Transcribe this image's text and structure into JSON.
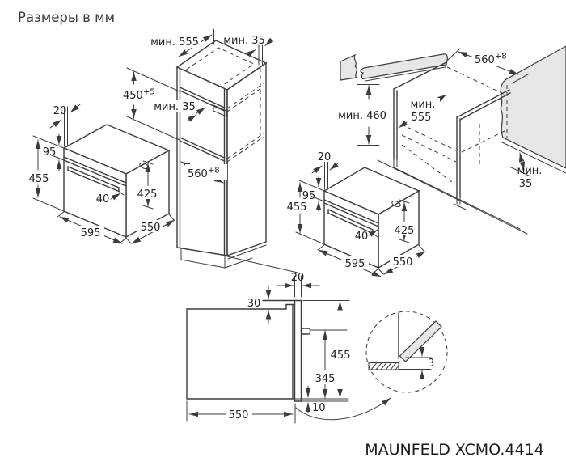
{
  "title": "Размеры в мм",
  "model": "MAUNFELD XCMO.4414",
  "left_oven": {
    "cabinet_panel_thickness": "20",
    "control_panel_height": "95",
    "height": "455",
    "door_height": "425",
    "handle_depth": "40",
    "width": "595",
    "depth": "550"
  },
  "tall_cabinet": {
    "depth_min": "мин. 555",
    "top_rear_gap_min": "мин. 35",
    "niche_height": "450",
    "niche_height_tolerance": "+5",
    "rear_vent_min": "мин. 35",
    "niche_width": "560",
    "niche_width_tolerance": "+8"
  },
  "base_cabinet": {
    "niche_width": "560",
    "niche_width_tolerance": "+8",
    "niche_height_min": "мин. 460",
    "depth_min_word": "мин.",
    "depth_min_value": "555",
    "rear_gap_word": "мин.",
    "rear_gap_value": "35"
  },
  "right_oven": {
    "cabinet_panel_thickness": "20",
    "control_panel_height": "95",
    "height": "455",
    "door_height": "425",
    "handle_depth": "40",
    "width": "595",
    "depth": "550"
  },
  "side_view": {
    "door_thickness": "20",
    "top_clearance": "30",
    "height": "455",
    "handle_to_bottom": "345",
    "door_bottom_offset": "10",
    "depth": "550"
  },
  "door_detail": {
    "bottom_gap": "3"
  }
}
